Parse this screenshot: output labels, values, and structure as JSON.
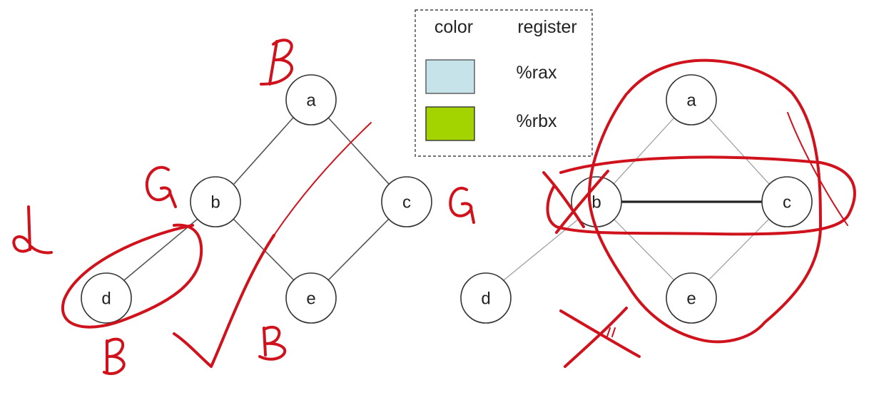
{
  "legend": {
    "header_color": "color",
    "header_register": "register",
    "entries": [
      {
        "swatch_color": "#c6e3ea",
        "register": "%rax"
      },
      {
        "swatch_color": "#a3d400",
        "register": "%rbx"
      }
    ]
  },
  "left_graph": {
    "nodes": [
      "a",
      "b",
      "c",
      "d",
      "e"
    ],
    "edges": [
      [
        "a",
        "b"
      ],
      [
        "a",
        "c"
      ],
      [
        "b",
        "d"
      ],
      [
        "b",
        "e"
      ],
      [
        "c",
        "e"
      ]
    ]
  },
  "right_graph": {
    "nodes": [
      "a",
      "b",
      "c",
      "d",
      "e"
    ],
    "edges": [
      [
        "a",
        "b"
      ],
      [
        "a",
        "c"
      ],
      [
        "b",
        "c"
      ],
      [
        "b",
        "d"
      ],
      [
        "b",
        "e"
      ],
      [
        "c",
        "e"
      ]
    ]
  },
  "handwriting": {
    "left_a": "B",
    "left_b": "G",
    "left_c": "G",
    "left_d": "d",
    "left_under_d": "B",
    "left_under_e": "B"
  },
  "colors": {
    "annotation": "#d0121c"
  }
}
